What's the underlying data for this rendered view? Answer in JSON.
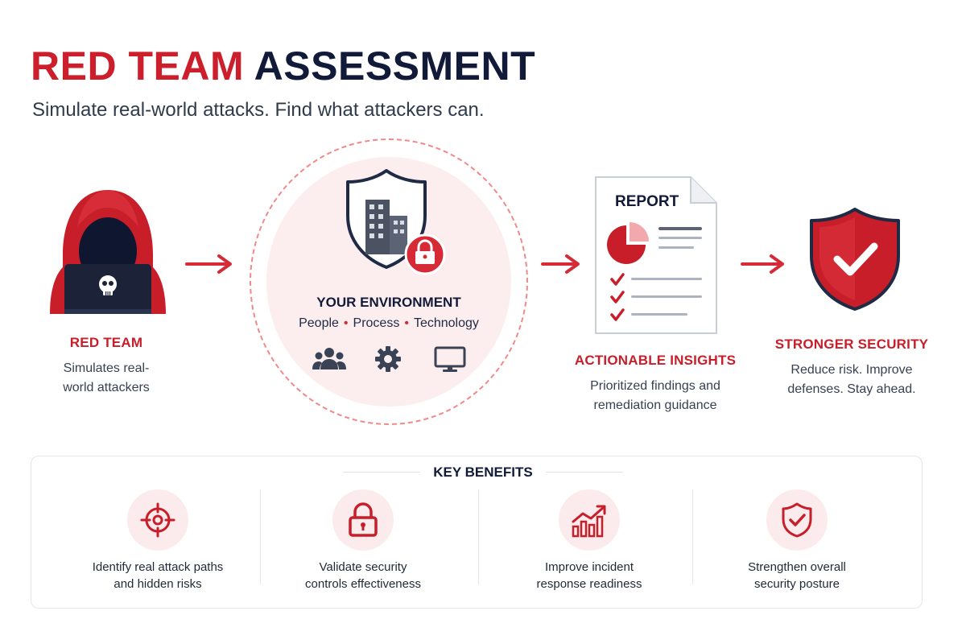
{
  "title": {
    "red": "RED TEAM",
    "navy": "ASSESSMENT"
  },
  "subtitle": "Simulate real-world attacks. Find what attackers can.",
  "flow": {
    "red_team": {
      "title": "RED TEAM",
      "desc": "Simulates real-world attackers",
      "icon": "hooded-hacker-icon"
    },
    "environment": {
      "title": "YOUR ENVIRONMENT",
      "pillars": [
        "People",
        "Process",
        "Technology"
      ],
      "separator": "•",
      "icons": [
        "people-icon",
        "gear-icon",
        "monitor-icon"
      ]
    },
    "insights": {
      "title": "ACTIONABLE INSIGHTS",
      "desc": "Prioritized findings and remediation guidance",
      "report_label": "REPORT"
    },
    "security": {
      "title": "STRONGER SECURITY",
      "desc": "Reduce risk. Improve defenses. Stay ahead.",
      "icon": "shield-check-icon"
    }
  },
  "benefits": {
    "title": "KEY BENEFITS",
    "items": [
      {
        "text": "Identify real attack paths and hidden risks",
        "icon": "crosshair-icon"
      },
      {
        "text": "Validate security controls effectiveness",
        "icon": "lock-icon"
      },
      {
        "text": "Improve incident response readiness",
        "icon": "growth-chart-icon"
      },
      {
        "text": "Strengthen overall security posture",
        "icon": "shield-check-icon"
      }
    ]
  },
  "colors": {
    "accent": "#cc1f2b",
    "navy": "#111a38",
    "tint": "#fcebec"
  }
}
